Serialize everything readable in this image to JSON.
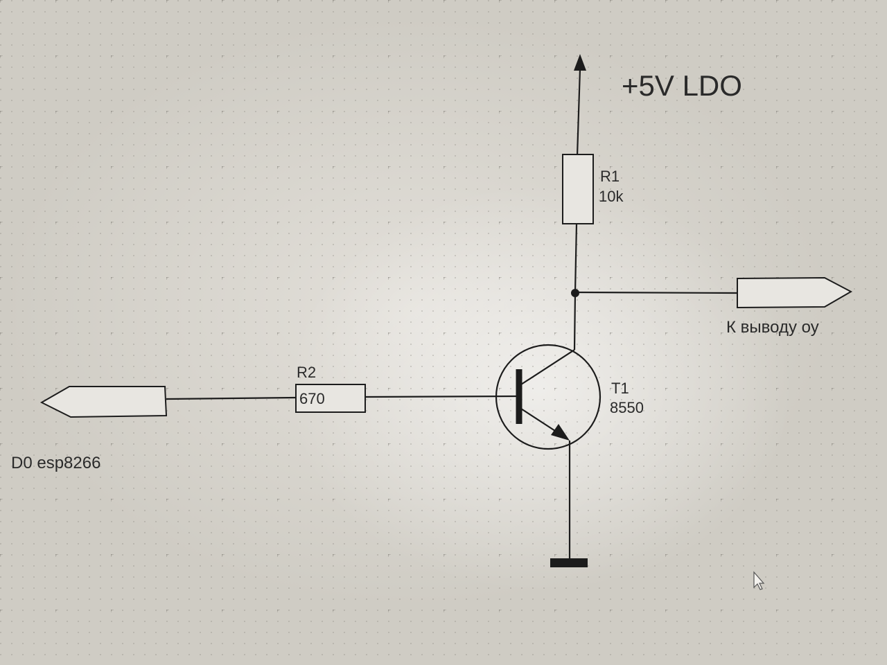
{
  "schematic": {
    "supply_label": "+5V LDO",
    "r1": {
      "ref": "R1",
      "value": "10k"
    },
    "r2": {
      "ref": "R2",
      "value": "670"
    },
    "t1": {
      "ref": "T1",
      "value": "8550"
    },
    "output_label": "К выводу оу",
    "input_label": "D0 esp8266"
  },
  "colors": {
    "wire": "#1c1c1c",
    "background": "#dedbd4"
  }
}
